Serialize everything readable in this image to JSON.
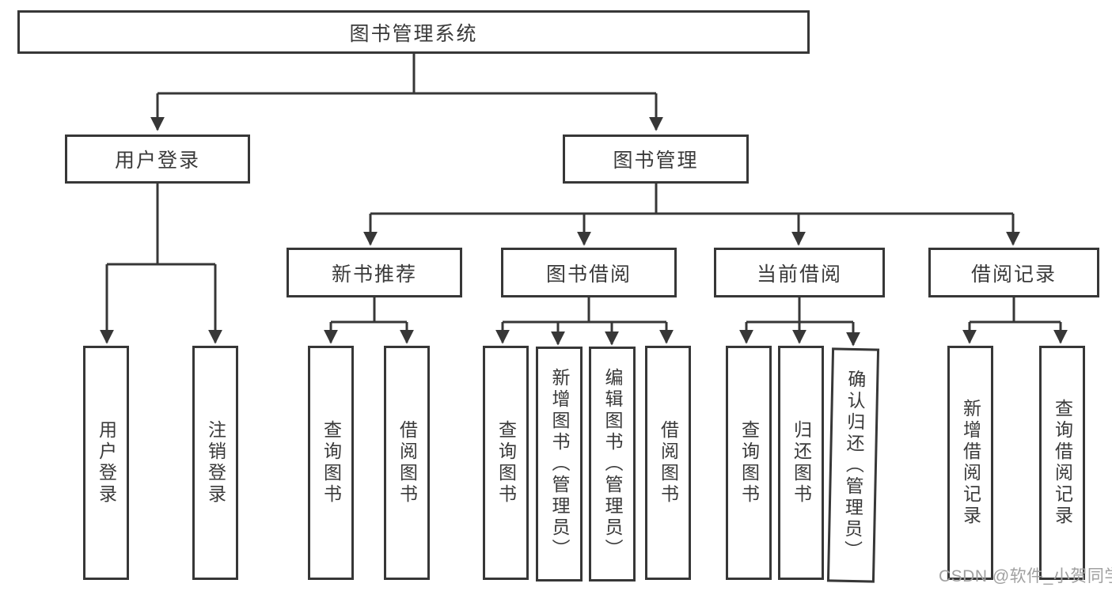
{
  "tree": {
    "label": "图书管理系统",
    "children": [
      {
        "label": "用户登录",
        "children": [
          {
            "label": "用户登录"
          },
          {
            "label": "注销登录"
          }
        ]
      },
      {
        "label": "图书管理",
        "children": [
          {
            "label": "新书推荐",
            "children": [
              {
                "label": "查询图书"
              },
              {
                "label": "借阅图书"
              }
            ]
          },
          {
            "label": "图书借阅",
            "children": [
              {
                "label": "查询图书"
              },
              {
                "label": "新增图书（管理员）"
              },
              {
                "label": "编辑图书（管理员）"
              },
              {
                "label": "借阅图书"
              }
            ]
          },
          {
            "label": "当前借阅",
            "children": [
              {
                "label": "查询图书"
              },
              {
                "label": "归还图书"
              },
              {
                "label": "确认归还（管理员）"
              }
            ]
          },
          {
            "label": "借阅记录",
            "children": [
              {
                "label": "新增借阅记录"
              },
              {
                "label": "查询借阅记录"
              }
            ]
          }
        ]
      }
    ]
  },
  "watermark": {
    "text": "CSDN @软件_小贺同学"
  },
  "colors": {
    "line": "#373737",
    "text": "#3a3a3a",
    "background": "#ffffff",
    "watermark": "#a0a0a0"
  }
}
